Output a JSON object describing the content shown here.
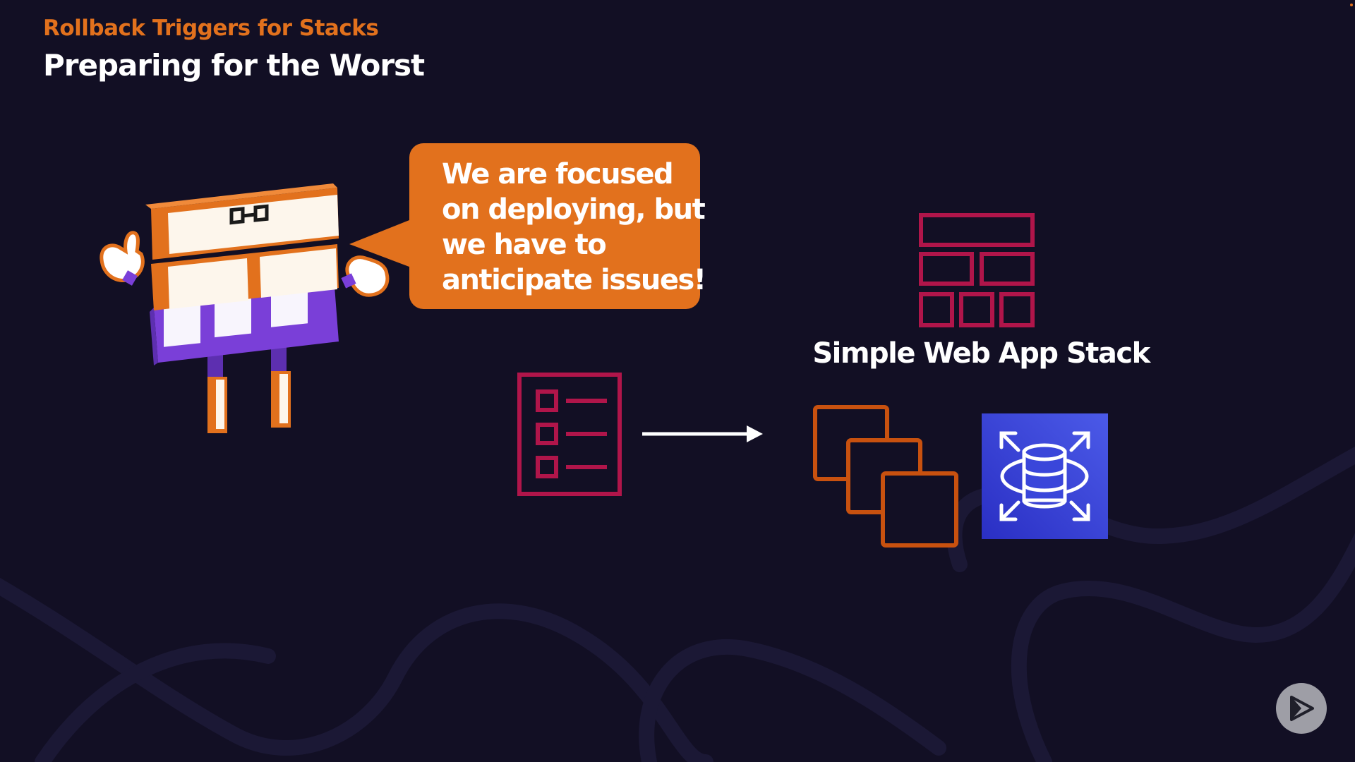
{
  "header": {
    "subtitle": "Rollback Triggers for Stacks",
    "title": "Preparing for the Worst"
  },
  "speech_bubble": {
    "lines": [
      "We are focused",
      "on deploying, but",
      "we have to",
      "anticipate issues!"
    ]
  },
  "diagram": {
    "stack_label": "Simple Web App Stack",
    "icons": {
      "stack": "stack-grid-icon",
      "checklist": "checklist-icon",
      "arrow": "arrow-right-icon",
      "instances": "compute-instances-icon",
      "database": "rds-database-icon"
    }
  },
  "player": {
    "play_icon": "play-icon"
  },
  "colors": {
    "orange": "#e2711d",
    "title_white": "#ffffff",
    "background": "#120f24",
    "crimson": "#b0154a",
    "rust": "#c8510f",
    "rds_blue": "#3340d8",
    "mascot_purple": "#7a3fd8",
    "mascot_cream": "#fdf6ec"
  }
}
